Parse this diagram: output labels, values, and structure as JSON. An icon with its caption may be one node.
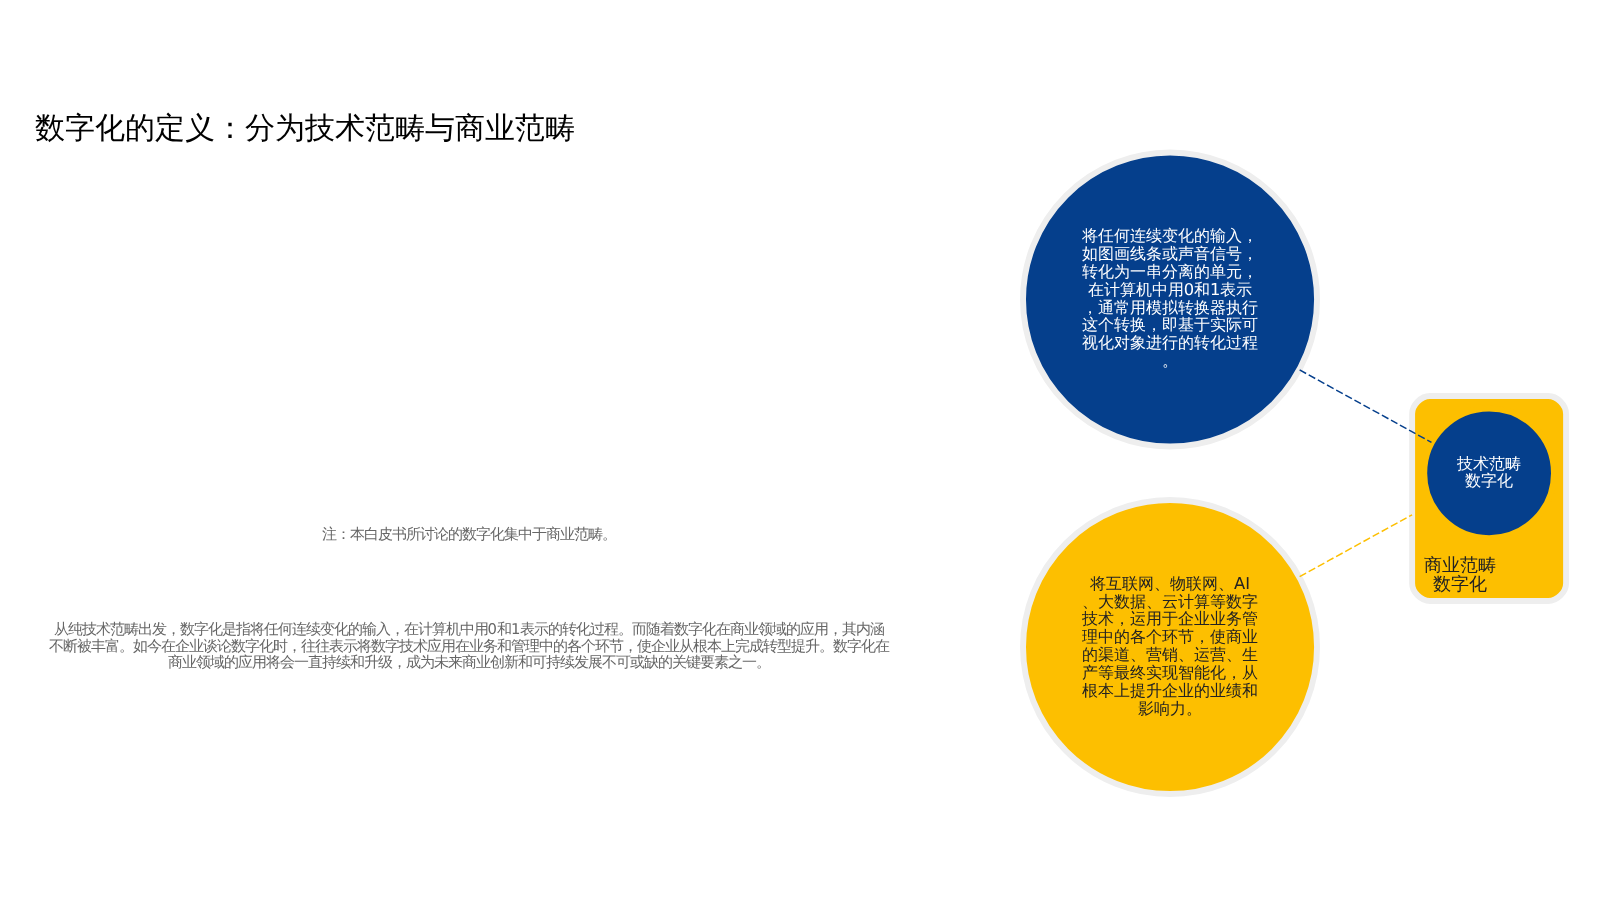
{
  "diagram": {
    "title": "数字化的定义：分为技术范畴与商业范畴",
    "nodes": [
      {
        "text": [
          "将互联网、物联网、AI、大数据、云计算等数字技术，运用于企业业务管理中的各个环节，使商业的渠道、营销、运营、生产等最终实现智能化，从根本上提升企业的业绩和影响力。"
        ]
      },
      {
        "text": [
          "商业范畴数字化"
        ]
      },
      {
        "text": [
          "技术范畴数字化"
        ],
        "in": 1
      },
      {
        "text": [
          "将任何连续变化的输入，如图画线条或声音信号，转化为一串分离的单元，在计算机中用0和1表示，通常用模拟转换器执行这个转换，即基于实际可视化对象进行的转化过程。"
        ]
      }
    ],
    "edges": [
      {
        "from": 0,
        "to": 1,
        "arrow": "none",
        "style": "dashed",
        "color": "#fdbf00"
      },
      {
        "from": 3,
        "to": 2,
        "arrow": "none",
        "style": "dashed",
        "color": "#053f8c"
      }
    ],
    "labels": [
      "从纯技术范畴出发，数字化是指将任何连续变化的输入，在计算机中用0和1表示的转化过程。而随着数字化在商业领域的应用，其内涵不断被丰富。如今在企业谈论数字化时，往往表示将数字技术应用在业务和管理中的各个环节，使企业从根本上完成转型提升。数字化在商业领域的应用将会一直持续和升级，成为未来商业创新和可持续发展不可或缺的关键要素之一。",
      "注：本白皮书所讨论的数字化集中于商业范畴。"
    ]
  }
}
